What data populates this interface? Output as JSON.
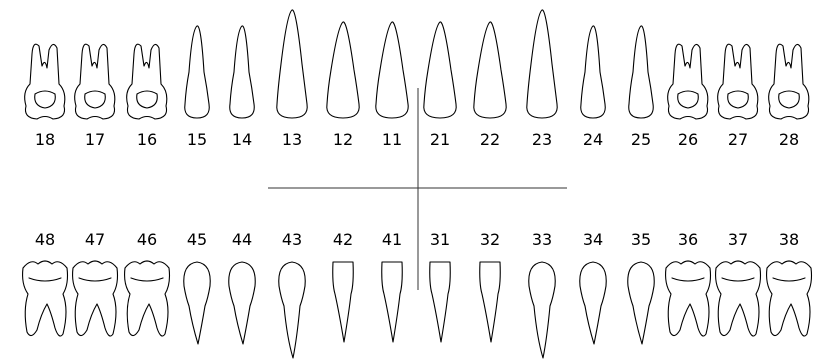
{
  "upper_row": {
    "numbers": [
      "18",
      "17",
      "16",
      "15",
      "14",
      "13",
      "12",
      "11",
      "21",
      "22",
      "23",
      "24",
      "25",
      "26",
      "27",
      "28"
    ],
    "types": [
      "molar",
      "molar",
      "molar",
      "premolar",
      "premolar",
      "canine",
      "incisor",
      "incisor",
      "incisor",
      "incisor",
      "canine",
      "premolar",
      "premolar",
      "molar",
      "molar",
      "molar"
    ]
  },
  "lower_row": {
    "numbers": [
      "48",
      "47",
      "46",
      "45",
      "44",
      "43",
      "42",
      "41",
      "31",
      "32",
      "33",
      "34",
      "35",
      "36",
      "37",
      "38"
    ],
    "types": [
      "molar",
      "molar",
      "molar",
      "premolar",
      "premolar",
      "canine",
      "incisor",
      "incisor",
      "incisor",
      "incisor",
      "canine",
      "premolar",
      "premolar",
      "molar",
      "molar",
      "molar"
    ]
  },
  "colors": {
    "outline": "#000000",
    "axis": "#333333",
    "background": "#ffffff"
  }
}
